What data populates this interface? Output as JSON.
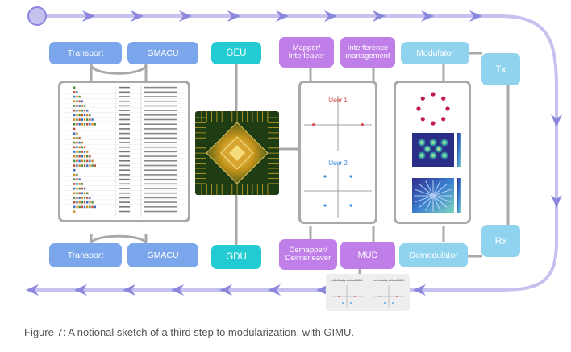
{
  "blocks": {
    "transport_top": "Transport",
    "gmacu_top": "GMACU",
    "geu": "GEU",
    "mapper": "Mapper/\nInterleaver",
    "interference": "Interference\nmanagement",
    "modulator": "Modulator",
    "tx": "Tx",
    "transport_bottom": "Transport",
    "gmacu_bottom": "GMACU",
    "gdu": "GDU",
    "demapper": "Demapper/\nDeinterleaver",
    "mud": "MUD",
    "demodulator": "Demodulator",
    "rx": "Rx"
  },
  "constellation_panel": {
    "user1_label": "User 1",
    "user2_label": "User 2",
    "user1_color": "#d9534f",
    "user2_color": "#3b8fd8"
  },
  "mud_inset": {
    "left_title": "Individually optimal MAX",
    "right_title": "Individually optimal MAX"
  },
  "colors": {
    "transport": "#7ba6ec",
    "geu_gdu": "#22cbd2",
    "mapper_interference": "#bf7ee8",
    "modulator_tx_rx": "#8fd3ee",
    "arrow_loop": "#c5c2ef",
    "arrowhead": "#8c86dd",
    "connector": "#a9a9ab"
  },
  "caption": "Figure 7: A notional sketch of a third step to modularization, with GIMU."
}
